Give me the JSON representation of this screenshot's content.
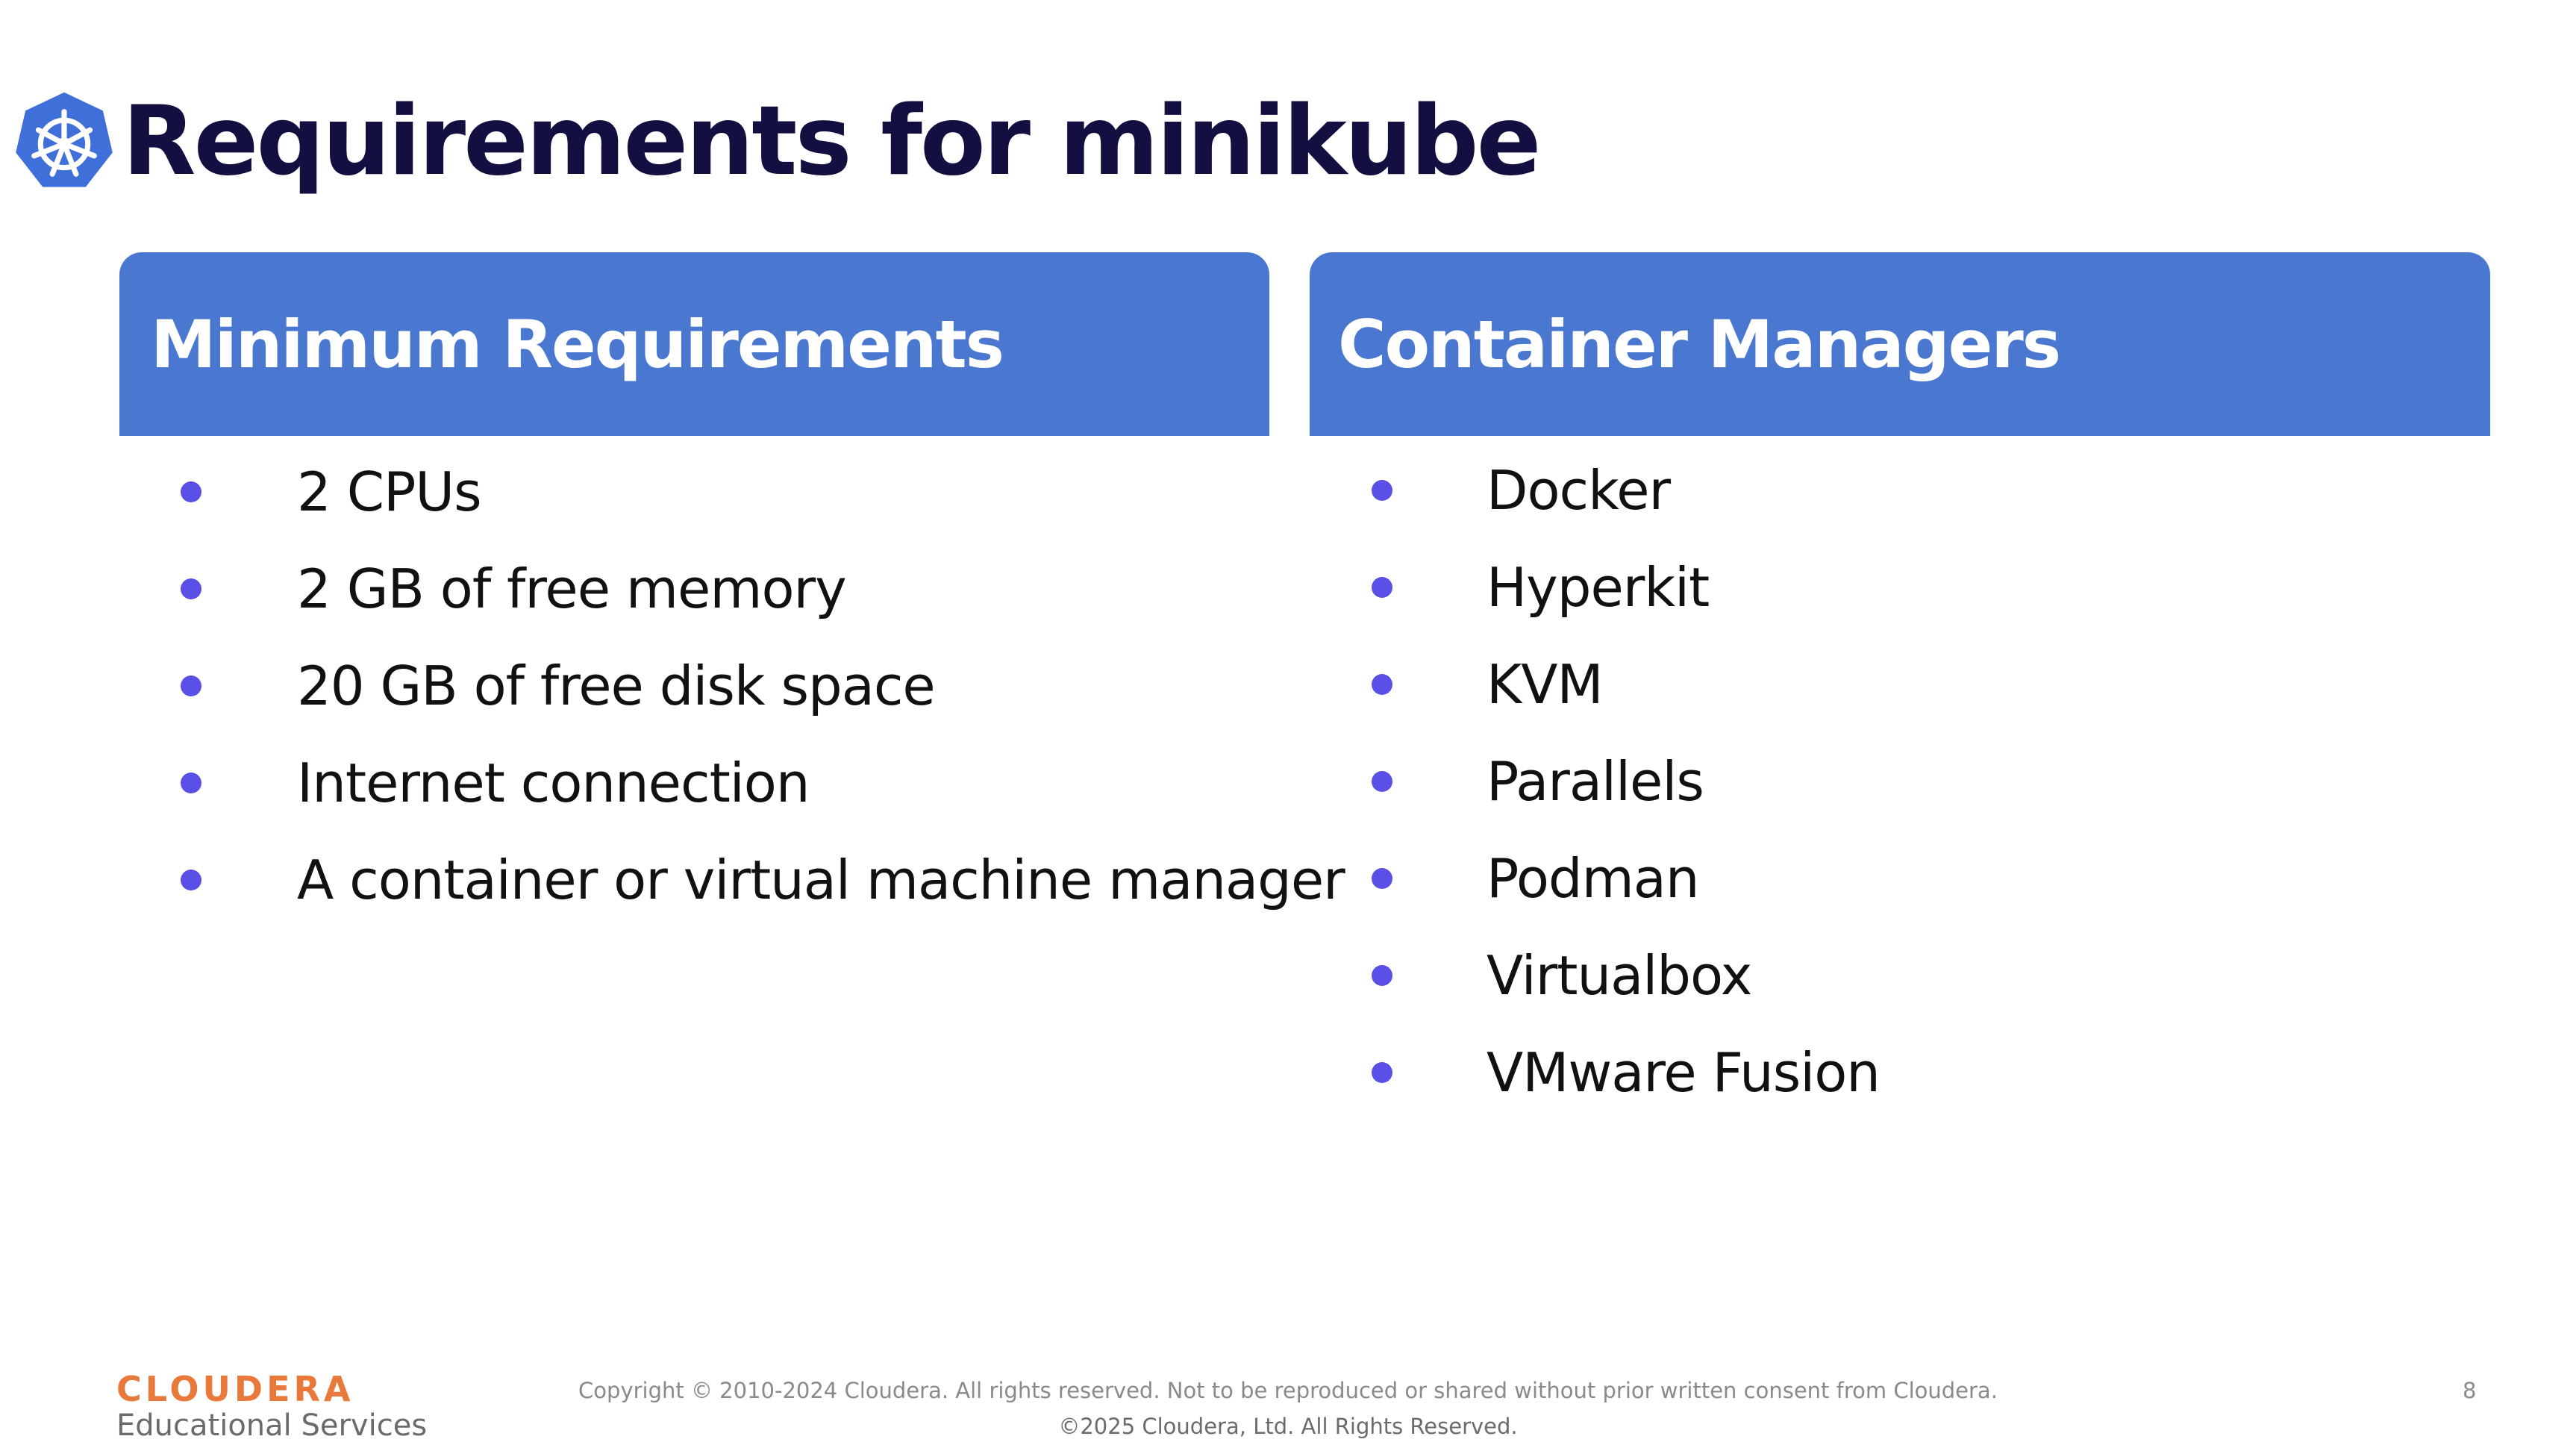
{
  "slide": {
    "title": "Requirements for minikube",
    "logo_icon": "kubernetes-helm-icon",
    "accent_color": "#4a77d0",
    "bullet_color": "#5a50e8"
  },
  "left_panel": {
    "header": "Minimum Requirements",
    "items": [
      "2 CPUs",
      "2 GB of free memory",
      "20 GB of free disk space",
      "Internet connection",
      "A container or virtual machine manager"
    ]
  },
  "right_panel": {
    "header": "Container Managers",
    "items": [
      "Docker",
      "Hyperkit",
      "KVM",
      "Parallels",
      "Podman",
      "Virtualbox",
      "VMware Fusion"
    ]
  },
  "footer": {
    "brand_name": "CLOUDERA",
    "brand_sub": "Educational Services",
    "copyright_line1": "Copyright © 2010-2024 Cloudera. All rights reserved. Not to be reproduced or shared without prior written consent from Cloudera.",
    "copyright_line2": "©2025 Cloudera, Ltd. All Rights Reserved.",
    "page_number": "8",
    "brand_color": "#e8793a"
  }
}
